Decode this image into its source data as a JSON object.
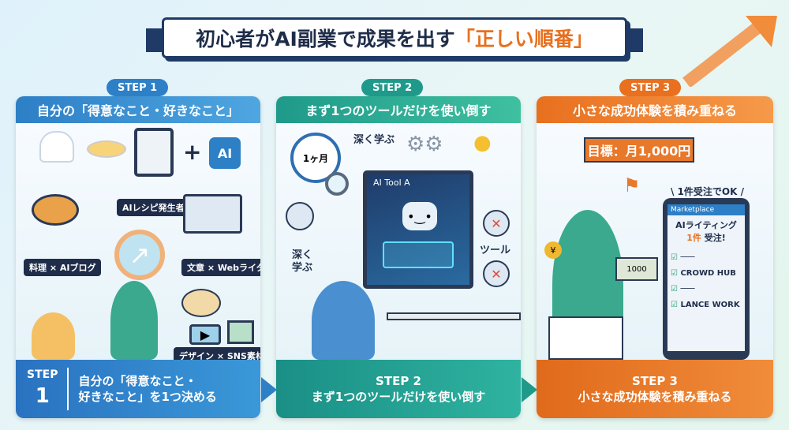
{
  "title": {
    "prefix": "初心者がAI副業で成果を出す",
    "highlight": "「正しい順番」"
  },
  "steps": [
    {
      "badge": "STEP 1",
      "heading": "自分の「得意なこと・好きなこと」",
      "labels": [
        "AIレシピ発生者",
        "料理 × AIブログ",
        "文章 × Webライター",
        "デザイン × SNS素材"
      ],
      "ai_icon": "AI",
      "footer_step": "STEP",
      "footer_num": "1",
      "footer_line1": "自分の「得意なこと・",
      "footer_line2": "好きなこと」を1つ決める"
    },
    {
      "badge": "STEP 2",
      "heading": "まず1つのツールだけを使い倒す",
      "clock_label": "1ヶ月",
      "screen_title": "AI Tool A",
      "deep_learn_1": "深く学ぶ",
      "deep_learn_2a": "深く",
      "deep_learn_2b": "学ぶ",
      "tool_label": "ツール",
      "footer_line1": "STEP 2",
      "footer_line2": "まず1つのツールだけを使い倒す"
    },
    {
      "badge": "STEP 3",
      "heading": "小さな成功体験を積み重ねる",
      "goal": "目標：月1,000円",
      "callout": "\\ 1件受注でOK /",
      "app_name": "Marketplace",
      "order_line1": "AIライティング",
      "order_count": "1件",
      "order_suffix": " 受注!",
      "list": [
        "CROWD HUB",
        "LANCE WORK"
      ],
      "bill": "1000",
      "footer_line1": "STEP 3",
      "footer_line2": "小さな成功体験を積み重ねる"
    }
  ],
  "colors": {
    "step1": "#2d7fc6",
    "step2": "#1f9a8a",
    "step3": "#e8701f",
    "navy": "#1f2d4a"
  }
}
